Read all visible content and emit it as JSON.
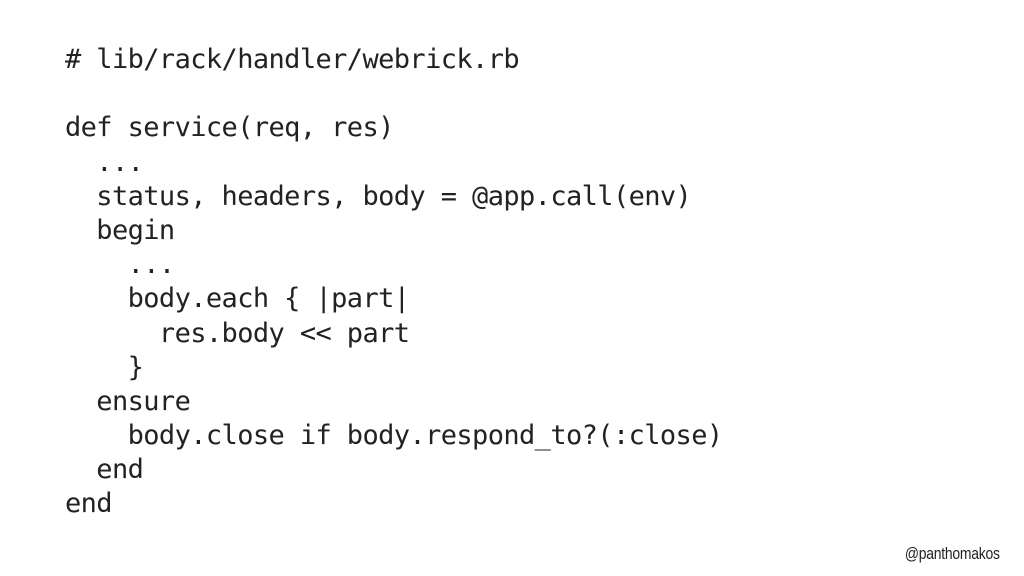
{
  "code": {
    "lines": [
      "# lib/rack/handler/webrick.rb",
      "",
      "def service(req, res)",
      "  ...",
      "  status, headers, body = @app.call(env)",
      "  begin",
      "    ...",
      "    body.each { |part|",
      "      res.body << part",
      "    }",
      "  ensure",
      "    body.close if body.respond_to?(:close)",
      "  end",
      "end"
    ]
  },
  "footer": {
    "handle": "@panthomakos"
  }
}
